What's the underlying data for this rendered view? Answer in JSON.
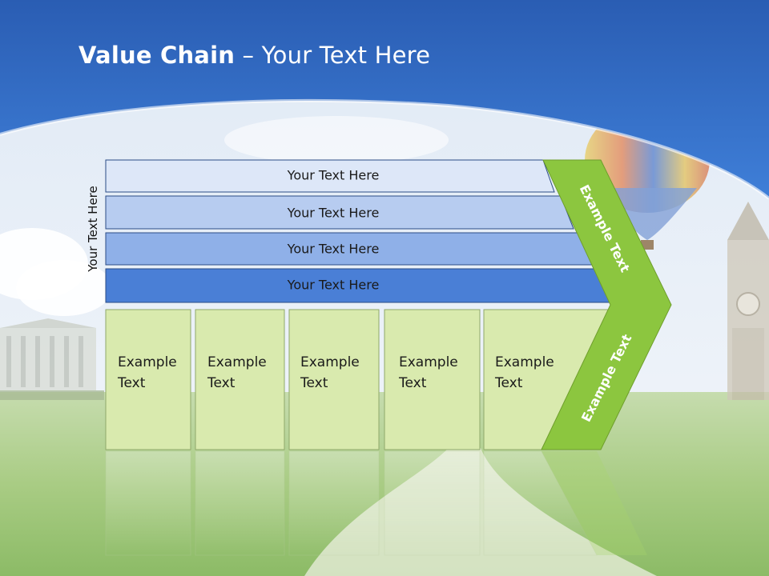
{
  "slide": {
    "title_bold": "Value Chain",
    "title_rest": "– Your Text Here"
  },
  "diagram": {
    "side_label": "Your Text Here",
    "bars": [
      {
        "label": "Your Text Here",
        "fill": "#dde7f8"
      },
      {
        "label": "Your Text Here",
        "fill": "#b7ccf0"
      },
      {
        "label": "Your Text Here",
        "fill": "#8fb0e8"
      },
      {
        "label": "Your Text Here",
        "fill": "#4a7fd6"
      }
    ],
    "boxes": [
      {
        "line1": "Example",
        "line2": "Text"
      },
      {
        "line1": "Example",
        "line2": "Text"
      },
      {
        "line1": "Example",
        "line2": "Text"
      },
      {
        "line1": "Example",
        "line2": "Text"
      },
      {
        "line1": "Example",
        "line2": "Text"
      }
    ],
    "chevron_top_label": "Example Text",
    "chevron_bottom_label": "Example Text",
    "colors": {
      "box_fill": "#d9eaae",
      "box_stroke": "#8fa86a",
      "chevron_fill": "#8cc63f",
      "bar_stroke": "#2b4c86",
      "header_blue": "#2f67c0"
    }
  }
}
